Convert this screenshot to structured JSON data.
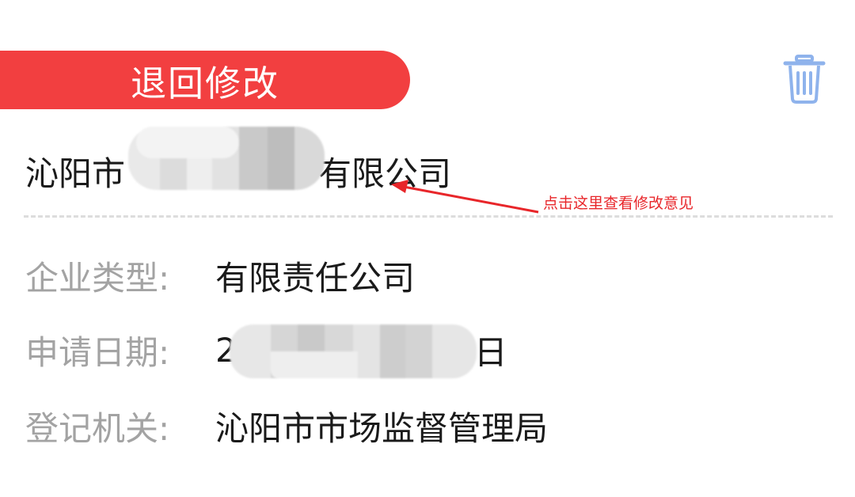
{
  "status": {
    "label": "退回修改",
    "color": "#f23f40"
  },
  "actions": {
    "delete_icon": "trash-icon"
  },
  "company": {
    "name_prefix": "沁阳市",
    "name_suffix": "有限公司"
  },
  "annotation": {
    "text": "点击这里查看修改意见",
    "color": "#e8262a"
  },
  "details": {
    "type_label": "企业类型:",
    "type_value": "有限责任公司",
    "date_label": "申请日期:",
    "date_value_start": "2",
    "date_value_end": "日",
    "org_label": "登记机关:",
    "org_value": "沁阳市市场监督管理局"
  }
}
